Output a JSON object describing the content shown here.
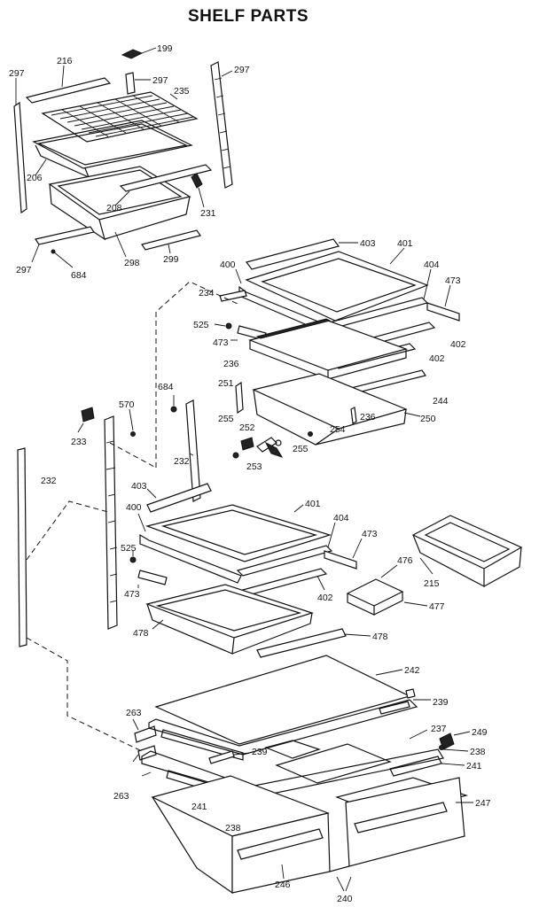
{
  "title": "SHELF PARTS",
  "labels": {
    "p199": "199",
    "p216": "216",
    "p297a": "297",
    "p297b": "297",
    "p297c": "297",
    "p297d": "297",
    "p235": "235",
    "p206": "206",
    "p208": "208",
    "p231": "231",
    "p298": "298",
    "p299": "299",
    "p684a": "684",
    "p403a": "403",
    "p401a": "401",
    "p404a": "404",
    "p473a": "473",
    "p400a": "400",
    "p234": "234",
    "p525a": "525",
    "p473b": "473",
    "p402a": "402",
    "p402b": "402",
    "p236a": "236",
    "p251": "251",
    "p244": "244",
    "p236b": "236",
    "p250": "250",
    "p254": "254",
    "p255a": "255",
    "p252": "252",
    "p255b": "255",
    "p253": "253",
    "p684b": "684",
    "p570": "570",
    "p233": "233",
    "p232a": "232",
    "p232b": "232",
    "p403b": "403",
    "p400b": "400",
    "p401b": "401",
    "p404b": "404",
    "p473c": "473",
    "p525b": "525",
    "p473d": "473",
    "p402c": "402",
    "p476": "476",
    "p215": "215",
    "p477": "477",
    "p478a": "478",
    "p478b": "478",
    "p242": "242",
    "p239a": "239",
    "p263a": "263",
    "p237": "237",
    "p249": "249",
    "p239b": "239",
    "p238a": "238",
    "p241a": "241",
    "p263b": "263",
    "p247": "247",
    "p241b": "241",
    "p238b": "238",
    "p246": "246",
    "p240": "240"
  }
}
